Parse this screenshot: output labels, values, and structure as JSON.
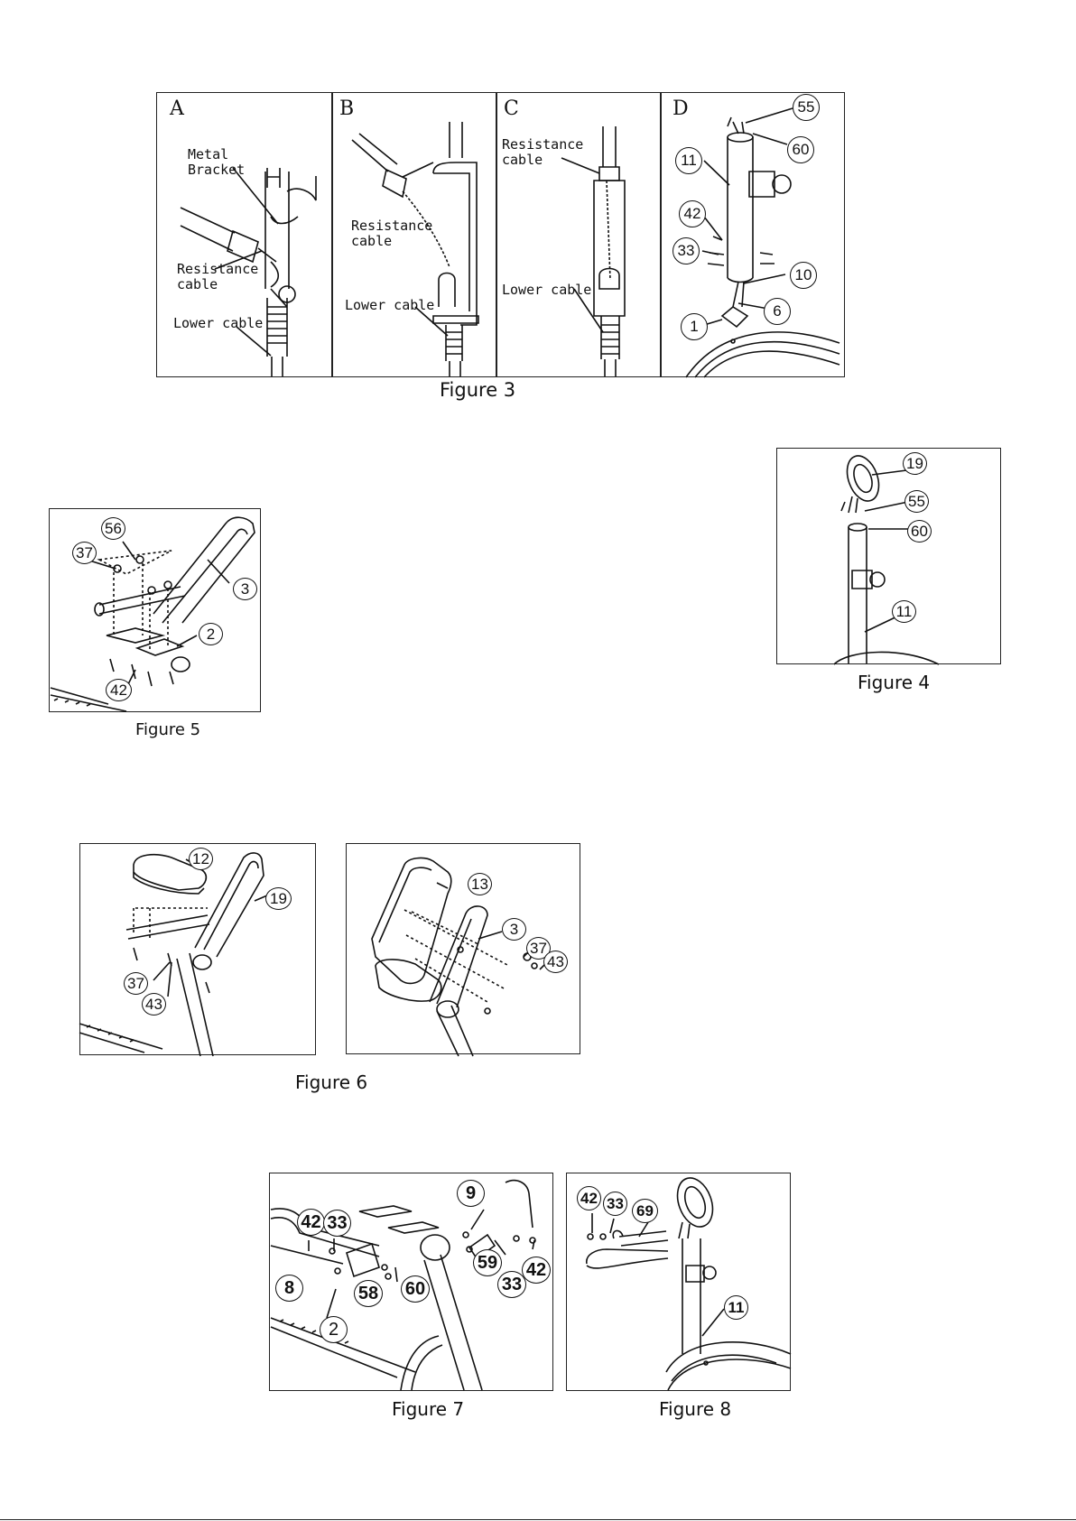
{
  "figures": {
    "fig3": {
      "caption": "Figure 3",
      "panels": {
        "a": {
          "letter": "A",
          "labels": {
            "metal_bracket": "Metal\nBracket",
            "resistance_cable": "Resistance\ncable",
            "lower_cable": "Lower cable"
          }
        },
        "b": {
          "letter": "B",
          "labels": {
            "resistance_cable": "Resistance\ncable",
            "lower_cable": "Lower cable"
          }
        },
        "c": {
          "letter": "C",
          "labels": {
            "resistance_cable": "Resistance\ncable",
            "lower_cable": "Lower cable"
          }
        },
        "d": {
          "letter": "D",
          "parts": [
            "55",
            "60",
            "11",
            "42",
            "33",
            "10",
            "6",
            "1"
          ]
        }
      }
    },
    "fig4": {
      "caption": "Figure 4",
      "parts": [
        "19",
        "55",
        "60",
        "11"
      ]
    },
    "fig5": {
      "caption": "Figure 5",
      "parts": [
        "56",
        "37",
        "3",
        "2",
        "42"
      ]
    },
    "fig6": {
      "caption": "Figure 6",
      "left_parts": [
        "12",
        "19",
        "37",
        "43"
      ],
      "right_parts": [
        "13",
        "3",
        "37",
        "43"
      ]
    },
    "fig7": {
      "caption": "Figure 7",
      "parts": [
        "9",
        "42",
        "33",
        "8",
        "58",
        "60",
        "59",
        "33",
        "42",
        "2"
      ]
    },
    "fig8": {
      "caption": "Figure 8",
      "parts": [
        "42",
        "33",
        "69",
        "11"
      ]
    }
  }
}
